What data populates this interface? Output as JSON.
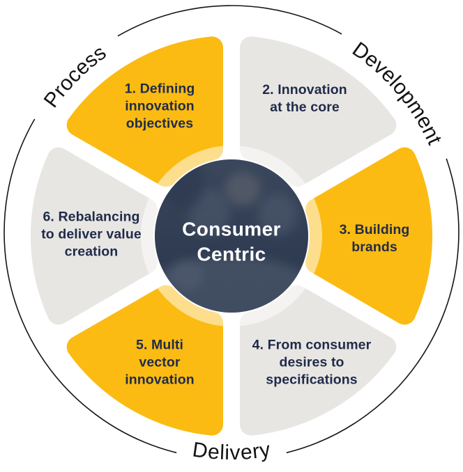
{
  "diagram": {
    "center": {
      "title": "Consumer\nCentric"
    },
    "outer_labels": [
      {
        "id": "process",
        "label": "Process"
      },
      {
        "id": "development",
        "label": "Development"
      },
      {
        "id": "delivery",
        "label": "Delivery"
      }
    ],
    "segments": [
      {
        "number": 1,
        "label": "1. Defining\ninnovation\nobjectives",
        "color": "#FBBB12"
      },
      {
        "number": 2,
        "label": "2. Innovation\nat the core",
        "color": "#E8E6E3"
      },
      {
        "number": 3,
        "label": "3. Building\nbrands",
        "color": "#FBBB12"
      },
      {
        "number": 4,
        "label": "4. From consumer\ndesires to\nspecifications",
        "color": "#E8E6E3"
      },
      {
        "number": 5,
        "label": "5. Multi\nvector\ninnovation",
        "color": "#FBBB12"
      },
      {
        "number": 6,
        "label": "6. Rebalancing\nto deliver value\ncreation",
        "color": "#E8E6E3"
      }
    ],
    "colors": {
      "accent_yellow": "#FBBB12",
      "segment_gray": "#E8E6E3",
      "navy_text": "#1F2B49",
      "center_overlay": "#273349",
      "outline": "#151515",
      "center_text": "#FFFFFF"
    }
  }
}
